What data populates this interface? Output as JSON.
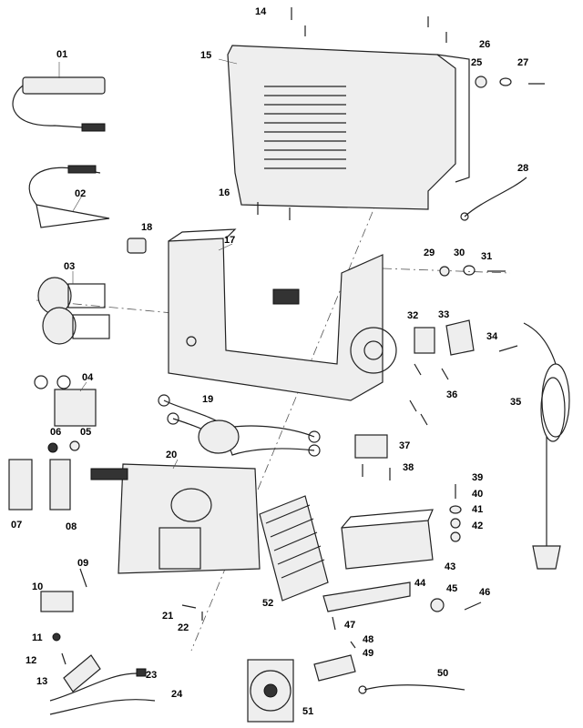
{
  "diagram": {
    "labels": [
      "01",
      "02",
      "03",
      "04",
      "05",
      "06",
      "07",
      "08",
      "09",
      "10",
      "11",
      "12",
      "13",
      "14",
      "15",
      "16",
      "17",
      "18",
      "19",
      "20",
      "21",
      "22",
      "23",
      "24",
      "25",
      "26",
      "27",
      "28",
      "29",
      "30",
      "31",
      "32",
      "33",
      "34",
      "35",
      "36",
      "37",
      "38",
      "39",
      "40",
      "41",
      "42",
      "43",
      "44",
      "45",
      "46",
      "47",
      "48",
      "49",
      "50",
      "51",
      "52"
    ]
  }
}
